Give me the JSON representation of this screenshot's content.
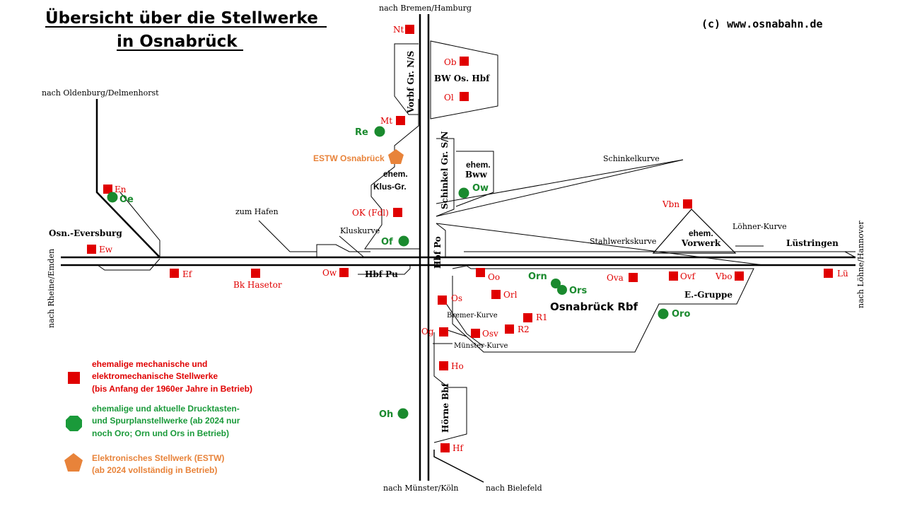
{
  "title": {
    "line1": "Übersicht über die Stellwerke",
    "line2": "in Osnabrück"
  },
  "copyright": "(c) www.osnabahn.de",
  "routes": {
    "bremen": "nach Bremen/Hamburg",
    "oldenburg": "nach Oldenburg/Delmenhorst",
    "muenster": "nach Münster/Köln",
    "bielefeld": "nach Bielefeld",
    "rheine": "nach Rheine/Emden",
    "loehne": "nach Löhne/Hannover"
  },
  "areas": {
    "vorbf": "Vorbf Gr. N/S",
    "bw": "BW Os. Hbf",
    "schinkel": "Schinkel Gr. S/N",
    "hbfpo": "Hbf Po",
    "hbfpu": "Hbf Pu",
    "hoerne": "Hörne Bbf",
    "rbf": "Osnabrück Rbf",
    "egruppe": "E.-Gruppe",
    "eversburg": "Osn.-Eversburg",
    "luestringen": "Lüstringen"
  },
  "labels": {
    "schinkelkurve": "Schinkelkurve",
    "loehnerkurve": "Löhner-Kurve",
    "stahlwerkskurve": "Stahlwerkskurve",
    "zumhafen": "zum Hafen",
    "kluskurve": "Kluskurve",
    "bremerkurve": "Bremer-Kurve",
    "muensterkurve": "Münster-Kurve",
    "klus_ehem": "ehem.",
    "klus_name": "Klus-Gr.",
    "bww_ehem": "ehem.",
    "bww_name": "Bww",
    "vorwerk_ehem": "ehem.",
    "vorwerk_name": "Vorwerk"
  },
  "stations": {
    "Nt": "Nt",
    "Ob": "Ob",
    "Ol": "Ol",
    "Mt": "Mt",
    "En": "En",
    "Vbn": "Vbn",
    "OKFdl": "OK (Fdl)",
    "Ew": "Ew",
    "Ef": "Ef",
    "BkHasetor": "Bk Hasetor",
    "Ow": "Ow",
    "Oo": "Oo",
    "Ova": "Ova",
    "Ovf": "Ovf",
    "Vbo": "Vbo",
    "Lue": "Lü",
    "Os": "Os",
    "Orl": "Orl",
    "R1": "R1",
    "R2": "R2",
    "Og": "Og",
    "Osv": "Osv",
    "Ho": "Ho",
    "Hf": "Hf"
  },
  "green_stations": {
    "Re": "Re",
    "Oe": "Oe",
    "Ow2": "Ow",
    "Of": "Of",
    "Orn": "Orn",
    "Ors": "Ors",
    "Oro": "Oro",
    "Oh": "Oh"
  },
  "estw": "ESTW Osnabrück",
  "legend": {
    "red": [
      "ehemalige mechanische und",
      "elektromechanische Stellwerke",
      "(bis Anfang der 1960er Jahre in Betrieb)"
    ],
    "green": [
      "ehemalige und aktuelle Drucktasten-",
      "und Spurplanstellwerke (ab 2024 nur",
      "noch Oro; Orn und Ors in Betrieb)"
    ],
    "orange": [
      "Elektronisches Stellwerk (ESTW)",
      "(ab 2024 vollständig in Betrieb)"
    ]
  },
  "colors": {
    "red": "#e00000",
    "green": "#1a8a2e",
    "orange": "#e8833a",
    "track": "#000000"
  }
}
